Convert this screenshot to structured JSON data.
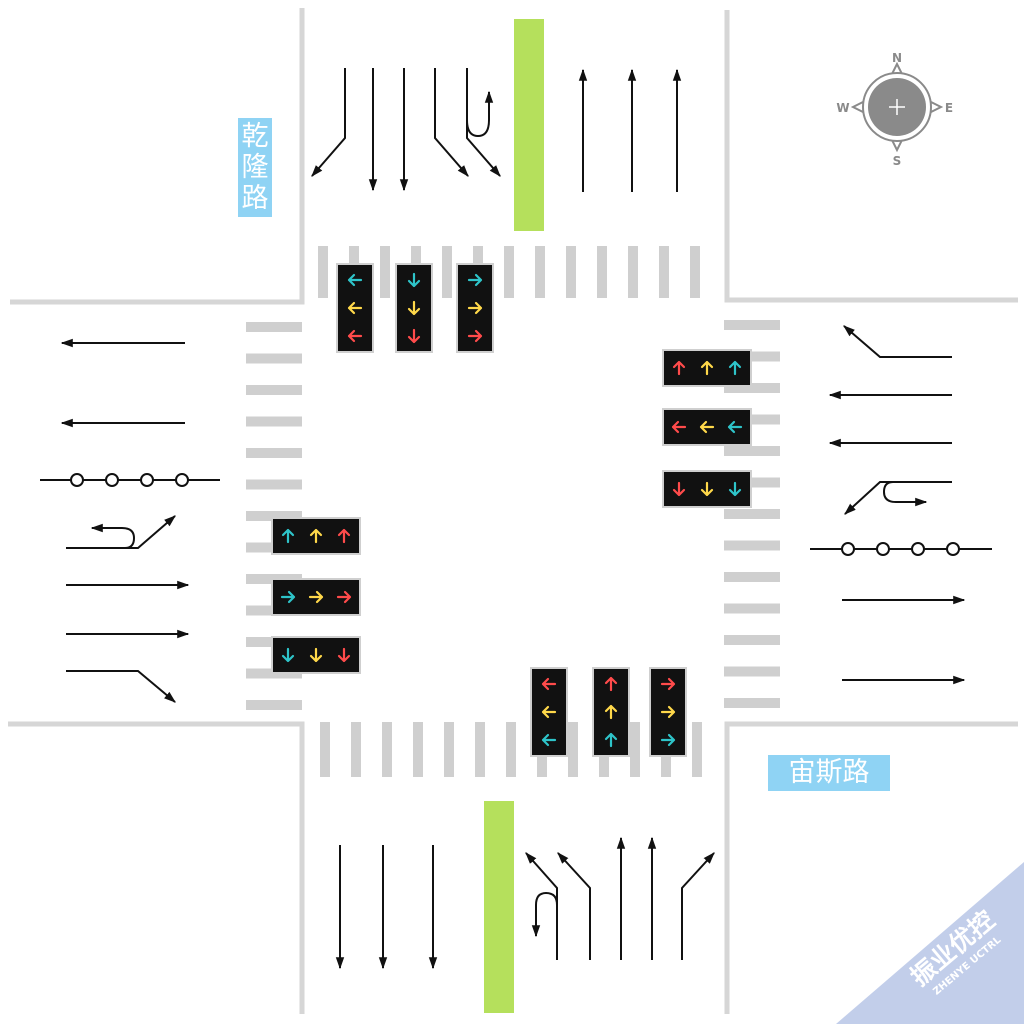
{
  "streets": {
    "vertical": "乾隆路",
    "horizontal": "宙斯路"
  },
  "compass": {
    "n": "N",
    "e": "E",
    "s": "S",
    "w": "W"
  },
  "watermark": {
    "main": "振业优控",
    "sub": "ZHENYE UCTRL"
  },
  "colors": {
    "red": "#ff4b4b",
    "yellow": "#ffd84a",
    "cyan": "#2ec4c9",
    "median": "#b5e05c",
    "signal_box": "#111111",
    "line": "#d6d6d6"
  },
  "signals": {
    "north": [
      {
        "dir": "left",
        "colors": [
          "cyan",
          "yellow",
          "red"
        ]
      },
      {
        "dir": "down",
        "colors": [
          "cyan",
          "yellow",
          "red"
        ]
      },
      {
        "dir": "right",
        "colors": [
          "cyan",
          "yellow",
          "red"
        ]
      }
    ],
    "east": [
      {
        "dir": "up",
        "colors": [
          "red",
          "yellow",
          "cyan"
        ]
      },
      {
        "dir": "left",
        "colors": [
          "red",
          "yellow",
          "cyan"
        ]
      },
      {
        "dir": "down",
        "colors": [
          "red",
          "yellow",
          "cyan"
        ]
      }
    ],
    "west": [
      {
        "dir": "up",
        "colors": [
          "cyan",
          "yellow",
          "red"
        ]
      },
      {
        "dir": "right",
        "colors": [
          "cyan",
          "yellow",
          "red"
        ]
      },
      {
        "dir": "down",
        "colors": [
          "cyan",
          "yellow",
          "red"
        ]
      }
    ],
    "south": [
      {
        "dir": "left",
        "colors": [
          "red",
          "yellow",
          "cyan"
        ]
      },
      {
        "dir": "up",
        "colors": [
          "red",
          "yellow",
          "cyan"
        ]
      },
      {
        "dir": "right",
        "colors": [
          "red",
          "yellow",
          "cyan"
        ]
      }
    ]
  }
}
